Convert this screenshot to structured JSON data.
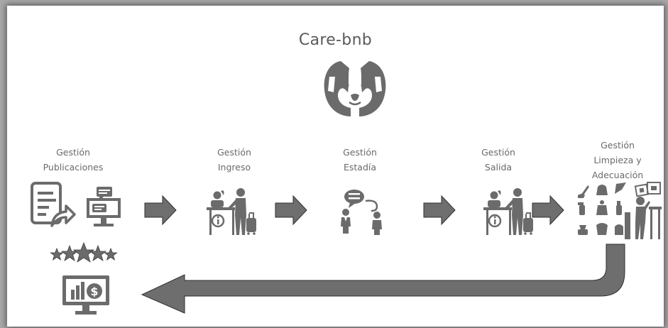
{
  "brand": {
    "name": "Care-bnb",
    "logo": "dog-face-hands-logo"
  },
  "colors": {
    "icon": "#6b6b6b",
    "icon_dark": "#4a4a4a",
    "arrow": "#6e6e6e",
    "arrow_edge": "#2f2f2f",
    "text": "#6a6a6a"
  },
  "stages": [
    {
      "lines": [
        "Gestión",
        "Publicaciones"
      ],
      "icons": [
        "document-share-icon",
        "chat-monitor-icon",
        "stars-rating-icon",
        "dollar-chart-monitor-icon"
      ]
    },
    {
      "lines": [
        "Gestión",
        "Ingreso"
      ],
      "icons": [
        "reception-desk-icon"
      ]
    },
    {
      "lines": [
        "Gestión",
        "Estadía"
      ],
      "icons": [
        "conversation-icon"
      ]
    },
    {
      "lines": [
        "Gestión",
        "Salida"
      ],
      "icons": [
        "reception-desk-icon"
      ]
    },
    {
      "lines": [
        "Gestión",
        "Limpieza y",
        "Adecuación"
      ],
      "icons": [
        "cleaning-supplies-icon"
      ]
    }
  ]
}
